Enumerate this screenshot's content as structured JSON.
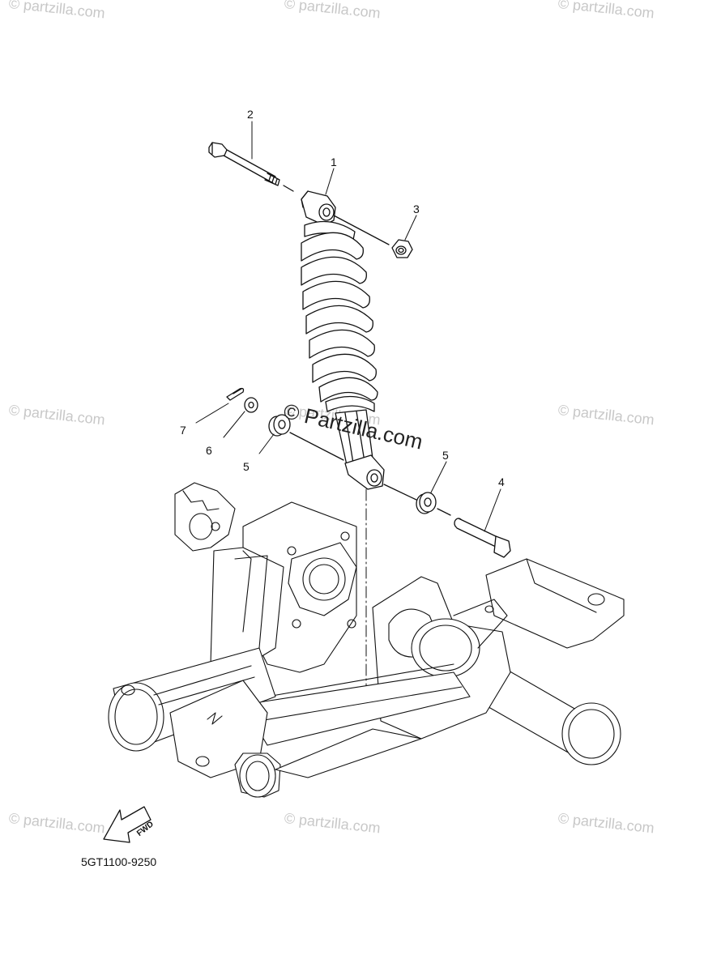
{
  "watermarks": [
    "© partzilla.com",
    "© partzilla.com",
    "© partzilla.com",
    "© partzilla.com",
    "© partzilla.com",
    "© partzilla.com",
    "© partzilla.com",
    "© partzilla.com",
    "© partzilla.com"
  ],
  "center_watermark": "© Partzilla.com",
  "callouts": [
    "1",
    "2",
    "3",
    "4",
    "5",
    "5",
    "6",
    "7"
  ],
  "diagram_code": "5GT1100-9250",
  "fwd_label": "FWD",
  "colors": {
    "line": "#111111",
    "watermark": "#c8c8c8",
    "background": "#ffffff"
  }
}
